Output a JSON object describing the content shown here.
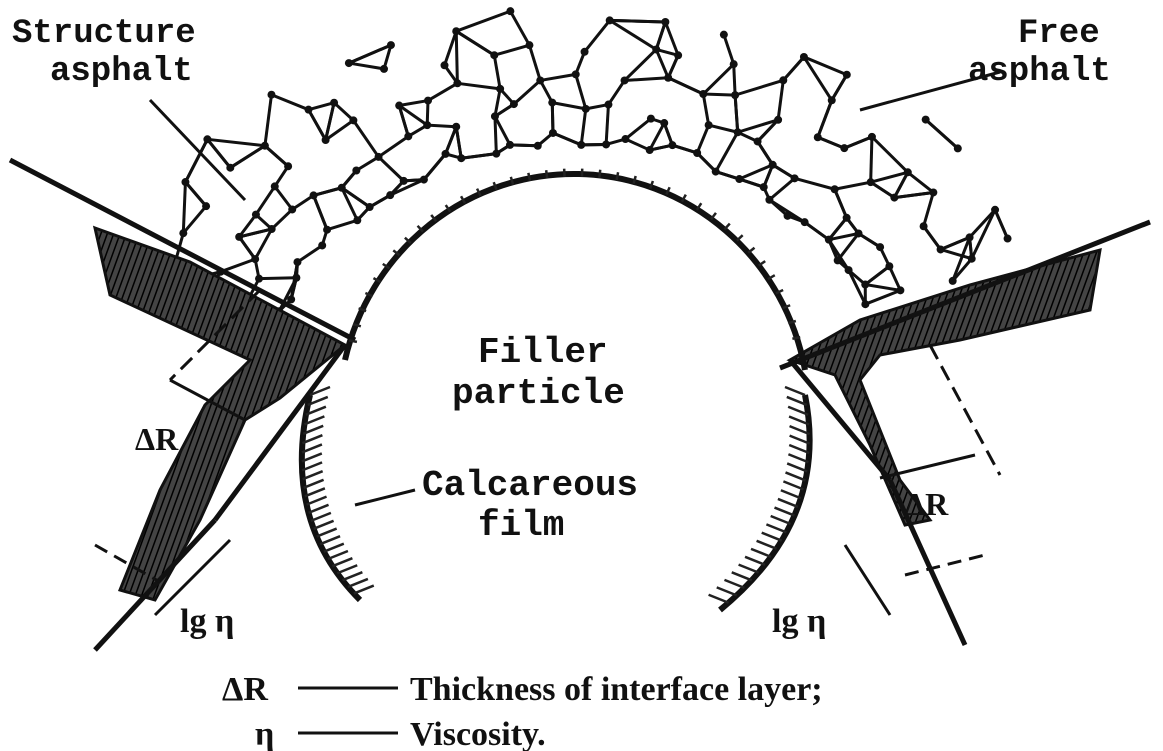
{
  "labels": {
    "structure_line1": "Structure",
    "structure_line2": "asphalt",
    "free_line1": "Free",
    "free_line2": "asphalt",
    "filler_line1": "Filler",
    "filler_line2": "particle",
    "calc_line1": "Calcareous",
    "calc_line2": "film",
    "delta_r_left": "ΔR",
    "delta_r_right": "ΔR",
    "lg_eta_left": "lg η",
    "lg_eta_right": "lg η"
  },
  "legend": [
    {
      "symbol": "ΔR",
      "text": "Thickness of interface layer;"
    },
    {
      "symbol": "η",
      "text": "Viscosity."
    }
  ],
  "colors": {
    "ink": "#111111",
    "background": "#ffffff",
    "hatch": "#222222"
  }
}
